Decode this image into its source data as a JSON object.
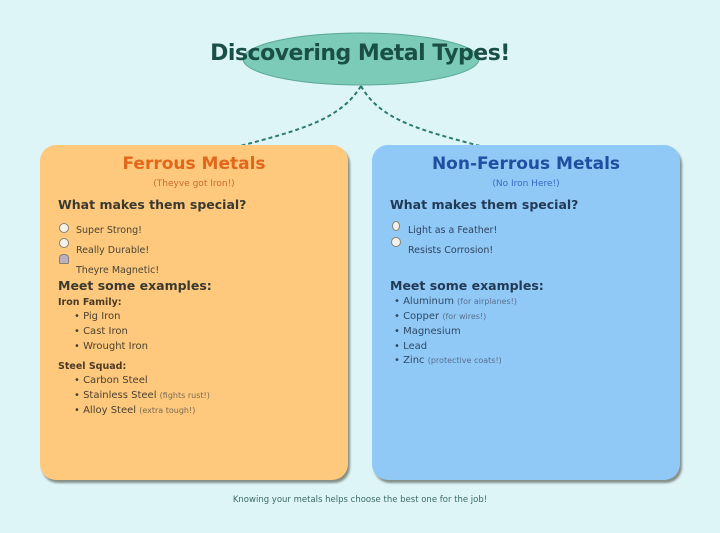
{
  "title": "Discovering Metal Types!",
  "colors": {
    "background": "#def5f8",
    "ellipse": "#7ccbb9",
    "ferrous_box": "#fec97d",
    "nonferrous_box": "#90c8f6",
    "ferrous_title": "#e2671b",
    "nonferrous_title": "#1f4fa0",
    "connector": "#2a7a70"
  },
  "ferrous": {
    "title": "Ferrous Metals",
    "subtitle": "(Theyve got Iron!)",
    "special_heading": "What makes them special?",
    "features": [
      {
        "icon": "flexed-arm-icon",
        "label": "Super Strong!"
      },
      {
        "icon": "shield-icon",
        "label": "Really Durable!"
      },
      {
        "icon": "magnet-icon",
        "label": "Theyre Magnetic!"
      }
    ],
    "examples_heading": "Meet some examples:",
    "groups": [
      {
        "label": "Iron Family:",
        "items": [
          {
            "name": "Pig Iron",
            "note": ""
          },
          {
            "name": "Cast Iron",
            "note": ""
          },
          {
            "name": "Wrought Iron",
            "note": ""
          }
        ]
      },
      {
        "label": "Steel Squad:",
        "items": [
          {
            "name": "Carbon Steel",
            "note": ""
          },
          {
            "name": "Stainless Steel",
            "note": "(fights rust!)"
          },
          {
            "name": "Alloy Steel",
            "note": "(extra tough!)"
          }
        ]
      }
    ]
  },
  "nonferrous": {
    "title": "Non-Ferrous Metals",
    "subtitle": "(No Iron Here!)",
    "special_heading": "What makes them special?",
    "features": [
      {
        "icon": "feather-icon",
        "label": "Light as a Feather!"
      },
      {
        "icon": "shield-icon",
        "label": "Resists Corrosion!"
      }
    ],
    "examples_heading": "Meet some examples:",
    "items": [
      {
        "name": "Aluminum",
        "note": "(for airplanes!)"
      },
      {
        "name": "Copper",
        "note": "(for wires!)"
      },
      {
        "name": "Magnesium",
        "note": ""
      },
      {
        "name": "Lead",
        "note": ""
      },
      {
        "name": "Zinc",
        "note": "(protective coats!)"
      }
    ]
  },
  "footer": "Knowing your metals helps choose the best one for the job!"
}
